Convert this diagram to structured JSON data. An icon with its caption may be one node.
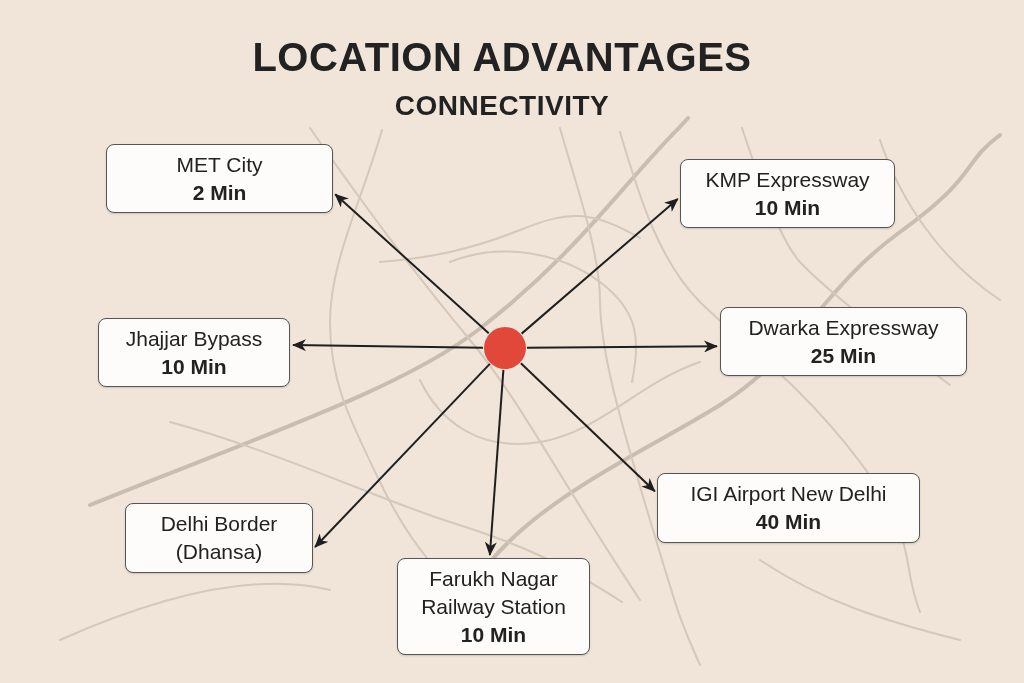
{
  "diagram": {
    "title": "LOCATION ADVANTAGES",
    "nodes": [
      {
        "text": [],
        "shape": "circle"
      },
      {
        "text": [
          "MET City",
          "2 Min"
        ]
      },
      {
        "text": [
          "KMP Expressway",
          "10 Min"
        ]
      },
      {
        "text": [
          "Jhajjar Bypass",
          "10 Min"
        ]
      },
      {
        "text": [
          "Dwarka Expressway",
          "25 Min"
        ]
      },
      {
        "text": [
          "IGI Airport New Delhi",
          "40 Min"
        ]
      },
      {
        "text": [
          "Delhi Border (Dhansa)"
        ]
      },
      {
        "text": [
          "Farukh Nagar Railway Station",
          "10 Min"
        ]
      }
    ],
    "edges": [
      {
        "from": 0,
        "to": 1,
        "arrow": "to"
      },
      {
        "from": 0,
        "to": 2,
        "arrow": "to"
      },
      {
        "from": 0,
        "to": 3,
        "arrow": "to"
      },
      {
        "from": 0,
        "to": 4,
        "arrow": "to"
      },
      {
        "from": 0,
        "to": 5,
        "arrow": "to"
      },
      {
        "from": 0,
        "to": 6,
        "arrow": "to"
      },
      {
        "from": 0,
        "to": 7,
        "arrow": "to"
      }
    ],
    "labels": [
      "CONNECTIVITY"
    ]
  }
}
